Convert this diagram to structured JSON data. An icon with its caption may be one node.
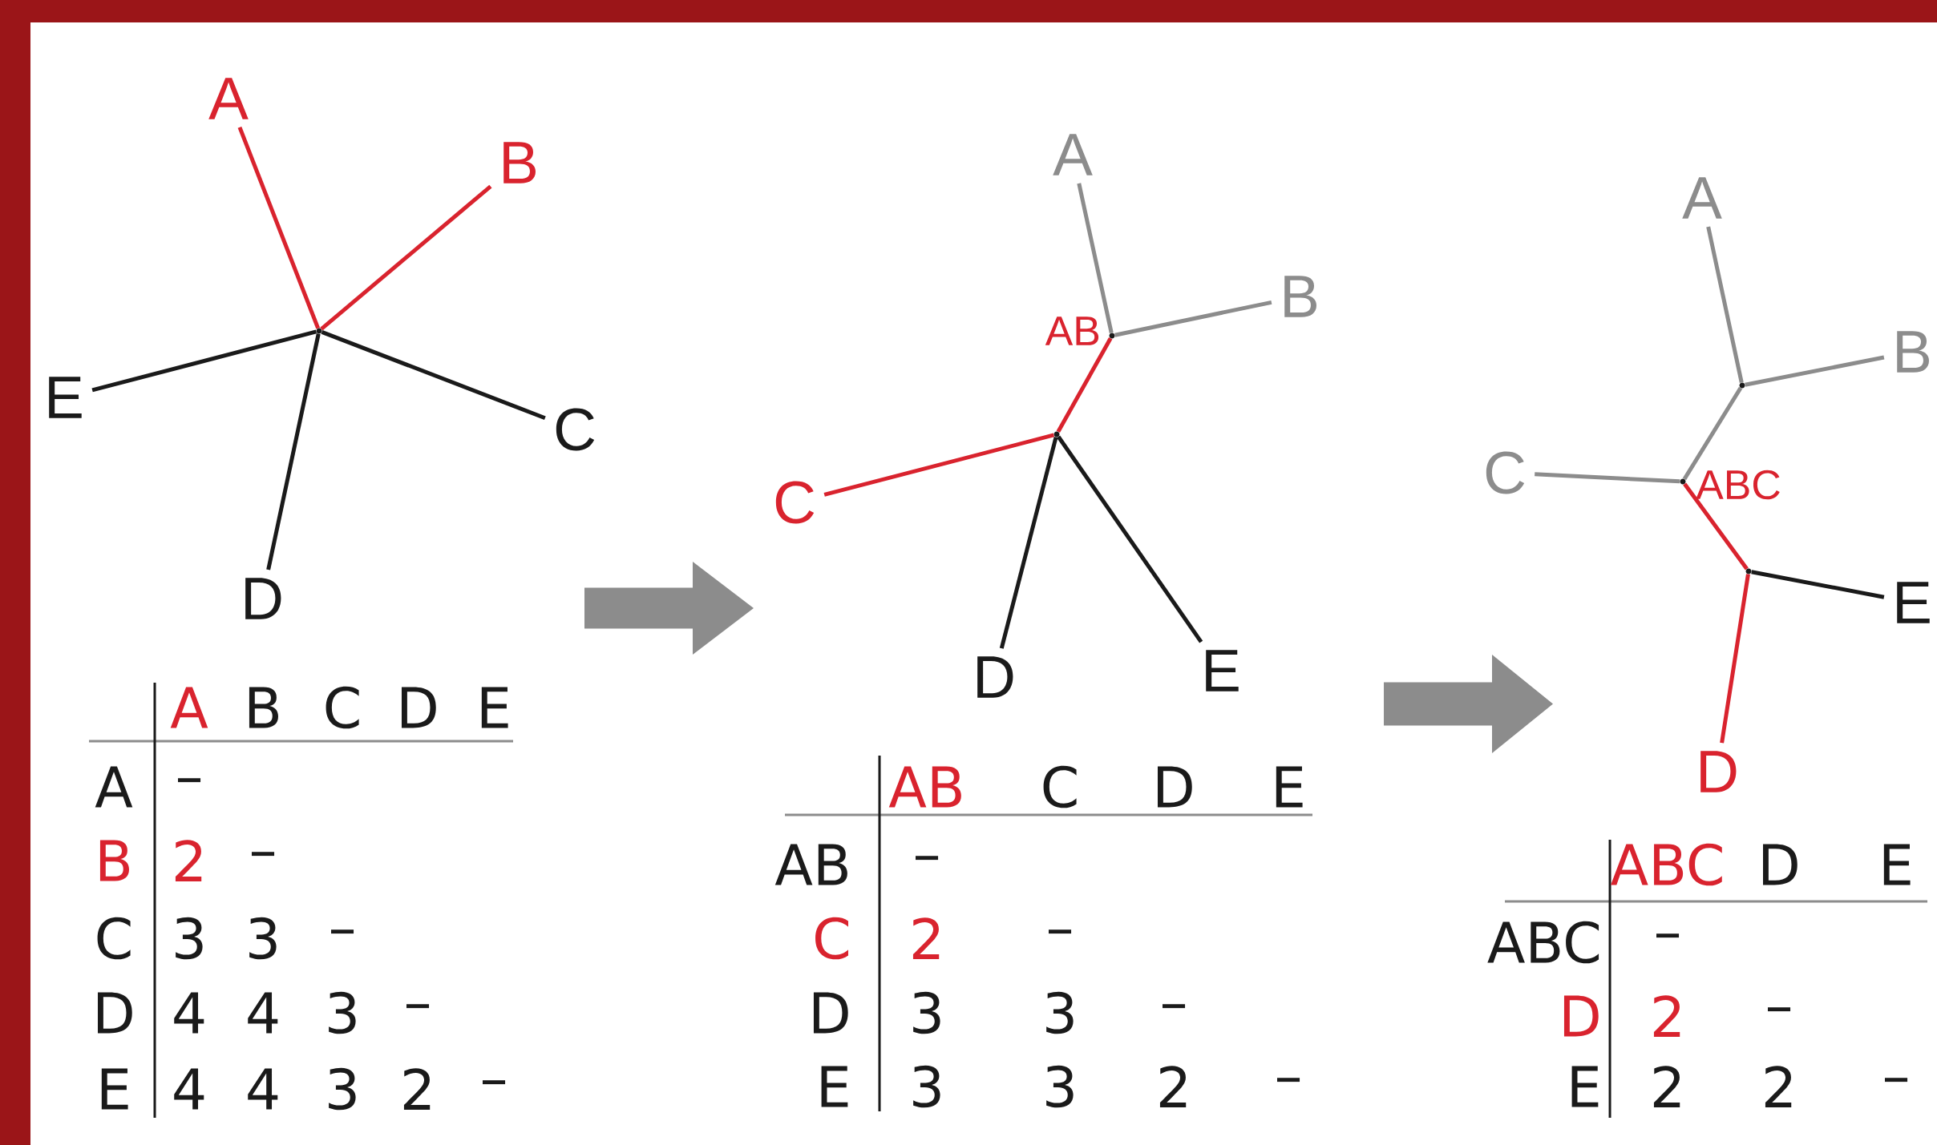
{
  "diagram": {
    "nodes": [
      {
        "text": [
          "A"
        ]
      },
      {
        "text": [
          "B"
        ]
      },
      {
        "text": [
          "C"
        ]
      },
      {
        "text": [
          "D"
        ]
      },
      {
        "text": [
          "E"
        ]
      },
      {
        "text": [],
        "shape": "point"
      },
      {
        "text": [
          "A"
        ]
      },
      {
        "text": [
          "B"
        ]
      },
      {
        "text": [
          "C"
        ]
      },
      {
        "text": [
          "D"
        ]
      },
      {
        "text": [
          "E"
        ]
      },
      {
        "text": [],
        "shape": "point",
        "beside": [
          "AB"
        ]
      },
      {
        "text": [],
        "shape": "point"
      },
      {
        "text": [
          "A"
        ]
      },
      {
        "text": [
          "B"
        ]
      },
      {
        "text": [
          "C"
        ]
      },
      {
        "text": [
          "D"
        ]
      },
      {
        "text": [
          "E"
        ]
      },
      {
        "text": [],
        "shape": "point"
      },
      {
        "text": [],
        "shape": "point",
        "beside": [
          "ABC"
        ]
      },
      {
        "text": [],
        "shape": "point"
      }
    ],
    "edges": [
      {
        "from": 0,
        "to": 5,
        "arrow": "none",
        "color": "#d9232e"
      },
      {
        "from": 1,
        "to": 5,
        "arrow": "none",
        "color": "#d9232e"
      },
      {
        "from": 2,
        "to": 5,
        "arrow": "none",
        "color": "#1a1a1a"
      },
      {
        "from": 3,
        "to": 5,
        "arrow": "none",
        "color": "#1a1a1a"
      },
      {
        "from": 4,
        "to": 5,
        "arrow": "none",
        "color": "#1a1a1a"
      },
      {
        "from": 6,
        "to": 11,
        "arrow": "none",
        "color": "#8c8c8c"
      },
      {
        "from": 7,
        "to": 11,
        "arrow": "none",
        "color": "#8c8c8c"
      },
      {
        "from": 11,
        "to": 12,
        "arrow": "none",
        "color": "#d9232e"
      },
      {
        "from": 8,
        "to": 12,
        "arrow": "none",
        "color": "#d9232e"
      },
      {
        "from": 9,
        "to": 12,
        "arrow": "none",
        "color": "#1a1a1a"
      },
      {
        "from": 10,
        "to": 12,
        "arrow": "none",
        "color": "#1a1a1a"
      },
      {
        "from": 13,
        "to": 18,
        "arrow": "none",
        "color": "#8c8c8c"
      },
      {
        "from": 14,
        "to": 18,
        "arrow": "none",
        "color": "#8c8c8c"
      },
      {
        "from": 18,
        "to": 19,
        "arrow": "none",
        "color": "#8c8c8c"
      },
      {
        "from": 15,
        "to": 19,
        "arrow": "none",
        "color": "#8c8c8c"
      },
      {
        "from": 19,
        "to": 20,
        "arrow": "none",
        "color": "#d9232e"
      },
      {
        "from": 16,
        "to": 20,
        "arrow": "none",
        "color": "#d9232e"
      },
      {
        "from": 17,
        "to": 20,
        "arrow": "none",
        "color": "#1a1a1a"
      }
    ],
    "labels": [
      "A",
      "B",
      "C",
      "D",
      "E",
      "A",
      "–",
      "B",
      "2",
      "–",
      "C",
      "3",
      "3",
      "–",
      "D",
      "4",
      "4",
      "3",
      "–",
      "E",
      "4",
      "4",
      "3",
      "2",
      "–",
      "AB",
      "C",
      "D",
      "E",
      "AB",
      "–",
      "C",
      "2",
      "–",
      "D",
      "3",
      "3",
      "–",
      "E",
      "3",
      "3",
      "2",
      "–",
      "ABC",
      "D",
      "E",
      "ABC",
      "–",
      "D",
      "2",
      "–",
      "E",
      "2",
      "2",
      "–"
    ]
  }
}
